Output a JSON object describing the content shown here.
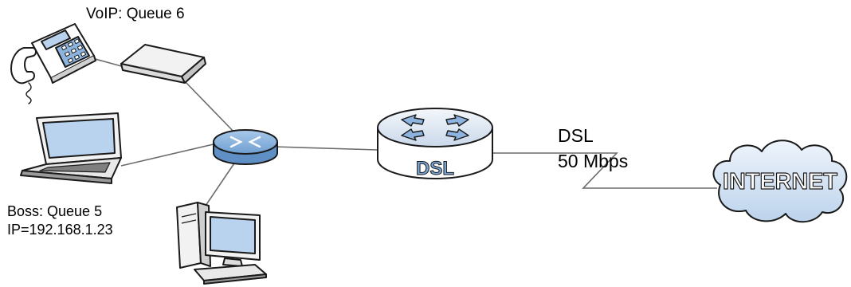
{
  "labels": {
    "voip_queue": "VoIP: Queue 6",
    "boss_queue": "Boss: Queue 5",
    "boss_ip": "IP=192.168.1.23",
    "dsl_line_type": "DSL",
    "dsl_speed": "50 Mbps",
    "router_badge": "DSL",
    "cloud_badge": "INTERNET"
  },
  "nodes": [
    {
      "id": "phone",
      "icon": "desk-phone-icon"
    },
    {
      "id": "voip-adapter",
      "icon": "voip-adapter-icon"
    },
    {
      "id": "laptop",
      "icon": "laptop-icon"
    },
    {
      "id": "switch",
      "icon": "switch-icon"
    },
    {
      "id": "desktop",
      "icon": "desktop-computer-icon"
    },
    {
      "id": "dsl-router",
      "icon": "dsl-router-icon"
    },
    {
      "id": "internet",
      "icon": "internet-cloud-icon"
    }
  ],
  "links": [
    {
      "from": "phone",
      "to": "voip-adapter"
    },
    {
      "from": "voip-adapter",
      "to": "switch"
    },
    {
      "from": "laptop",
      "to": "switch"
    },
    {
      "from": "desktop",
      "to": "switch"
    },
    {
      "from": "switch",
      "to": "dsl-router"
    },
    {
      "from": "dsl-router",
      "to": "internet",
      "style": "wan-lightning"
    }
  ],
  "colors": {
    "line": "#6b6b6b",
    "outline": "#1a1a1a",
    "device_blue": "#8db4de",
    "device_blue_light": "#d4e5f7",
    "device_grey": "#e8e8e8",
    "screen_blue": "#b9d3ee",
    "text": "#000000"
  }
}
